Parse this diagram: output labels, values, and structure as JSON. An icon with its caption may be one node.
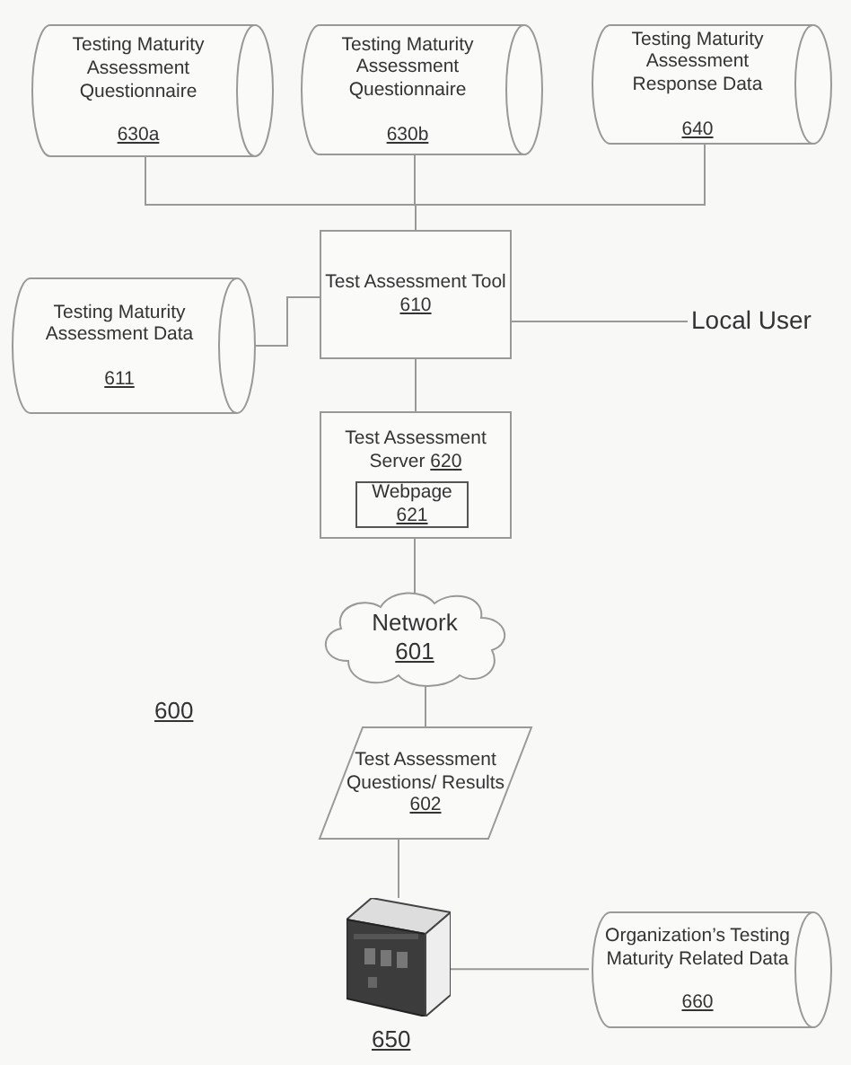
{
  "diagram": {
    "nodes": [
      {
        "text": [
          "Testing Maturity Assessment Questionnaire",
          "630a"
        ]
      },
      {
        "text": [
          "Testing Maturity Assessment Questionnaire",
          "630b"
        ]
      },
      {
        "text": [
          "Testing Maturity Assessment Response Data",
          "640"
        ]
      },
      {
        "text": [
          "Test Assessment Tool",
          "610"
        ]
      },
      {
        "text": [
          "Testing Maturity Assessment Data",
          "611"
        ]
      },
      {
        "text": [
          "Local User"
        ]
      },
      {
        "text": [
          "Test Assessment Server",
          "620"
        ]
      },
      {
        "text": [
          "Webpage",
          "621"
        ],
        "in": 6
      },
      {
        "text": [
          "Network",
          "601"
        ]
      },
      {
        "text": [
          "Test Assessment Questions/ Results",
          "602"
        ]
      },
      {
        "text": [],
        "shape": "picture",
        "beside": [
          "650"
        ]
      },
      {
        "text": [
          "Organization’s Testing Maturity Related Data",
          "660"
        ]
      }
    ],
    "edges": [
      {
        "from": 0,
        "to": 3,
        "arrow": "none"
      },
      {
        "from": 1,
        "to": 3,
        "arrow": "none"
      },
      {
        "from": 2,
        "to": 3,
        "arrow": "none"
      },
      {
        "from": 4,
        "to": 3,
        "arrow": "none"
      },
      {
        "from": 3,
        "to": 5,
        "arrow": "none"
      },
      {
        "from": 3,
        "to": 6,
        "arrow": "none"
      },
      {
        "from": 6,
        "to": 8,
        "arrow": "none"
      },
      {
        "from": 8,
        "to": 9,
        "arrow": "none"
      },
      {
        "from": 9,
        "to": 10,
        "arrow": "none"
      },
      {
        "from": 10,
        "to": 11,
        "arrow": "none"
      }
    ],
    "labels": [
      "600"
    ]
  }
}
